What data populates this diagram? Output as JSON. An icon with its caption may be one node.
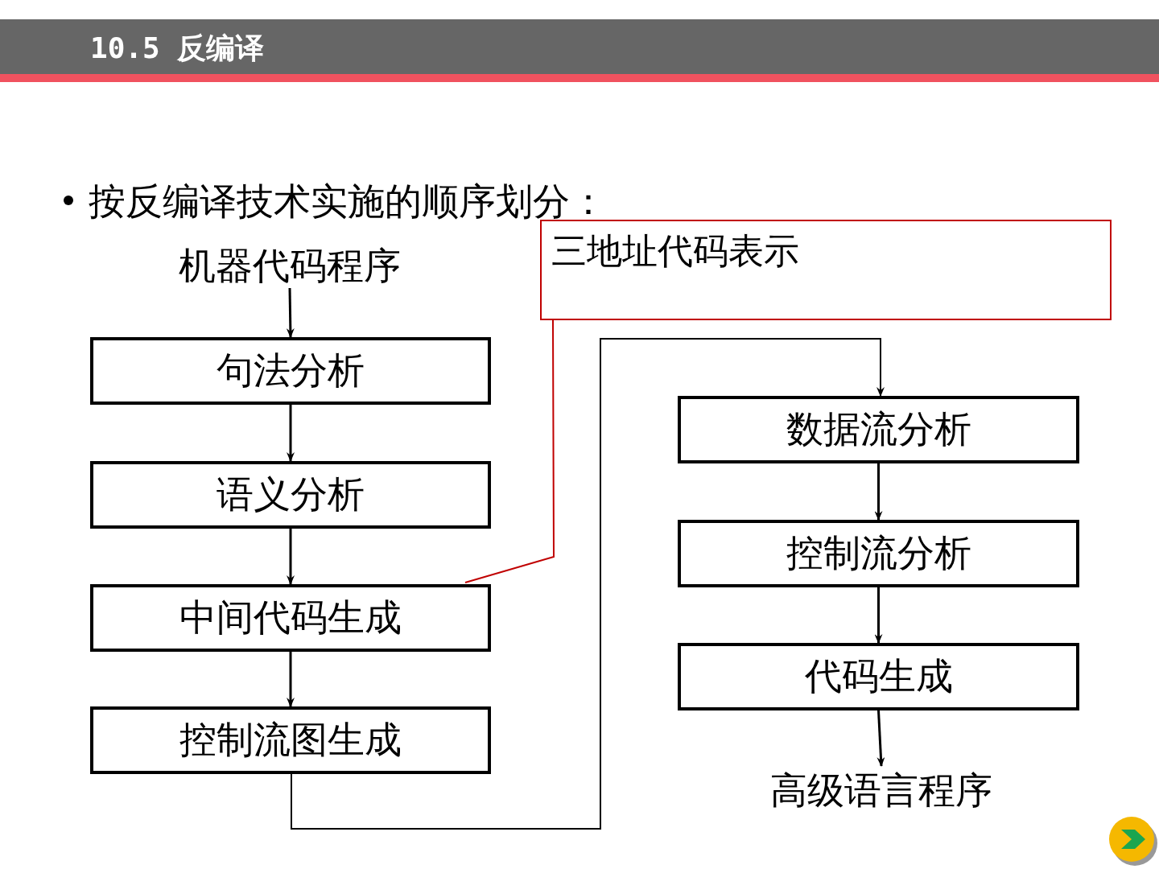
{
  "diagram": {
    "title": "10.5 反编译",
    "nodes": [
      {
        "text": [
          "机器代码程序"
        ]
      },
      {
        "text": [
          "句法分析"
        ]
      },
      {
        "text": [
          "语义分析"
        ]
      },
      {
        "text": [
          "中间代码生成"
        ]
      },
      {
        "text": [
          "控制流图生成"
        ]
      },
      {
        "text": [
          "数据流分析"
        ]
      },
      {
        "text": [
          "控制流分析"
        ]
      },
      {
        "text": [
          "代码生成"
        ]
      },
      {
        "text": [
          "高级语言程序"
        ]
      },
      {
        "text": [
          "三地址代码表示"
        ]
      }
    ],
    "edges": [
      {
        "from": 0,
        "to": 1,
        "arrow": "to"
      },
      {
        "from": 1,
        "to": 2,
        "arrow": "to"
      },
      {
        "from": 2,
        "to": 3,
        "arrow": "to"
      },
      {
        "from": 3,
        "to": 4,
        "arrow": "to"
      },
      {
        "from": 4,
        "to": 5,
        "arrow": "to"
      },
      {
        "from": 5,
        "to": 6,
        "arrow": "to"
      },
      {
        "from": 6,
        "to": 7,
        "arrow": "to"
      },
      {
        "from": 7,
        "to": 8,
        "arrow": "to"
      },
      {
        "from": 9,
        "to": 3,
        "arrow": "none",
        "color": "#c00000"
      }
    ],
    "labels": [
      "按反编译技术实施的顺序划分："
    ]
  }
}
